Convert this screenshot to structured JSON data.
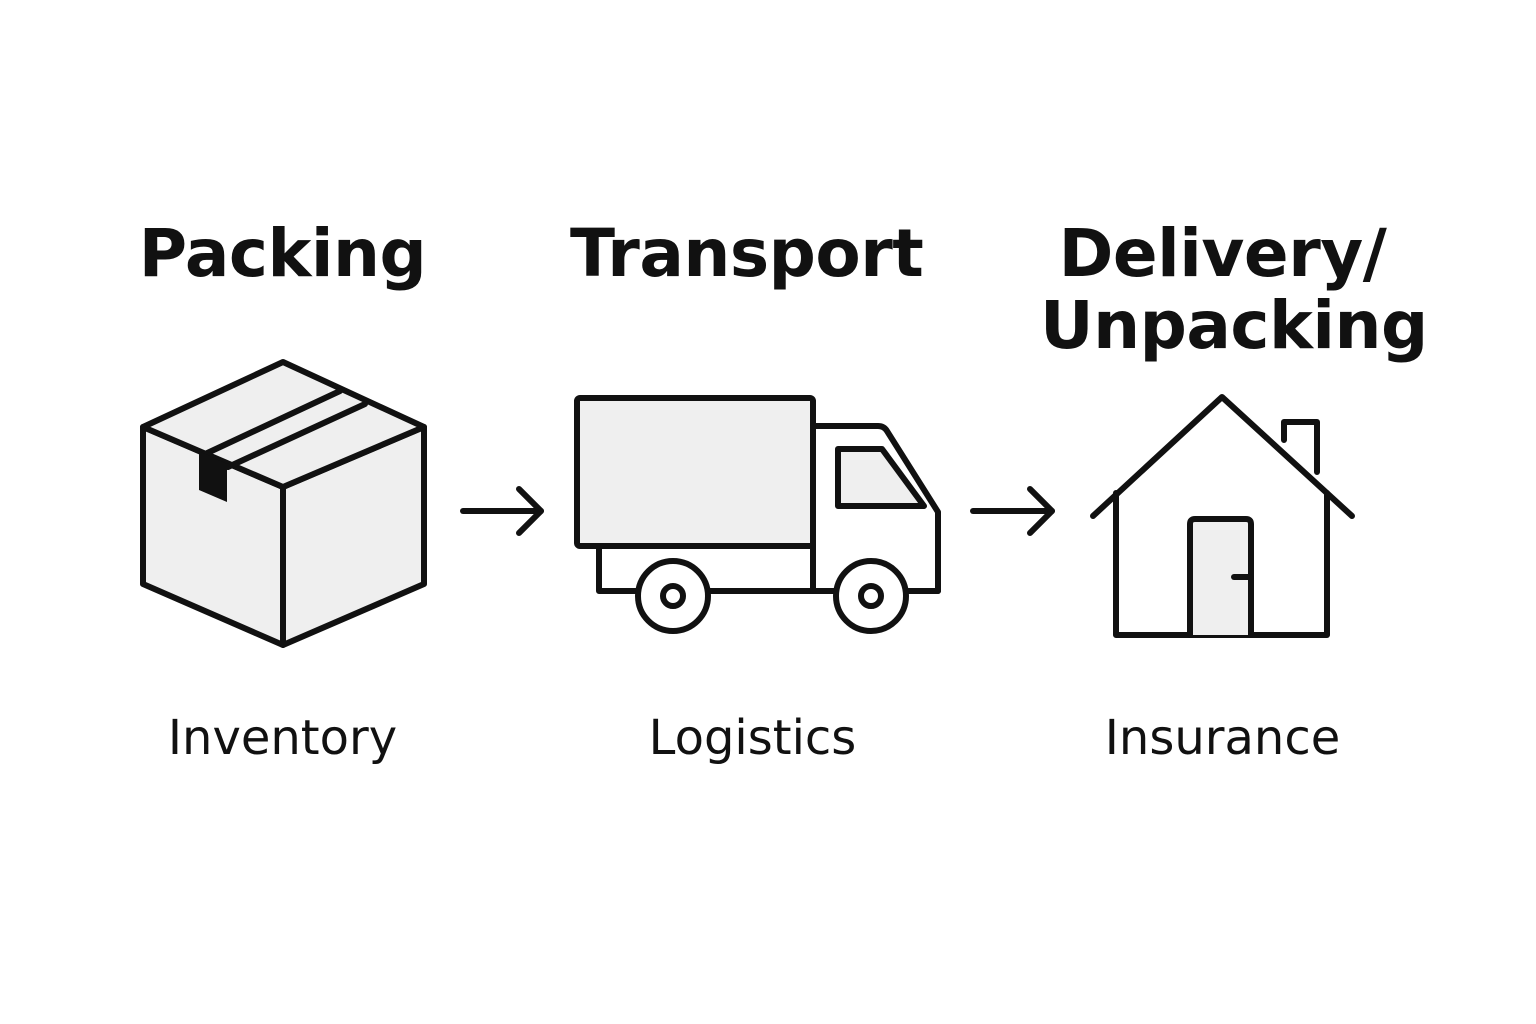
{
  "steps": [
    {
      "title": "Packing",
      "caption": "Inventory",
      "icon": "package-box-icon"
    },
    {
      "title": "Transport",
      "caption": "Logistics",
      "icon": "delivery-truck-icon"
    },
    {
      "title": "Delivery/\nUnpacking",
      "caption": "Insurance",
      "icon": "house-icon"
    }
  ],
  "connectors": [
    {
      "icon": "arrow-right-icon"
    },
    {
      "icon": "arrow-right-icon"
    }
  ],
  "colors": {
    "stroke": "#111111",
    "fill": "#efefef",
    "background": "#ffffff"
  }
}
